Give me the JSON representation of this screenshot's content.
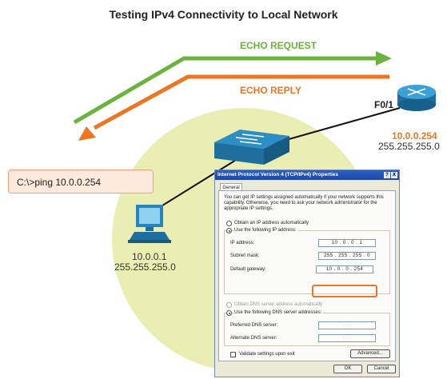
{
  "title": "Testing IPv4 Connectivity to Local Network",
  "labels": {
    "echo_request": "ECHO REQUEST",
    "echo_reply": "ECHO REPLY",
    "router_interface": "F0/1",
    "router_ip": "10.0.0.254",
    "router_mask": "255.255.255.0",
    "pc_ip": "10.0.0.1",
    "pc_mask": "255.255.255.0",
    "command": "C:\\>ping 10.0.0.254"
  },
  "colors": {
    "request": "#6cb33e",
    "reply": "#ee7623",
    "network_area": "#ebeeb3",
    "device_blue": "#1f7fb2"
  },
  "dialog": {
    "title": "Internet Protocol Version 4 (TCP/IPv4) Properties",
    "help_btn": "?",
    "close_btn": "X",
    "tab": "General",
    "description": "You can get IP settings assigned automatically if your network supports this capability. Otherwise, you need to ask your network administrator for the appropriate IP settings.",
    "opt_auto_ip": "Obtain an IP address automatically",
    "opt_manual_ip": "Use the following IP address:",
    "ip_label": "IP address:",
    "ip_value": "10 . 0 . 0 . 1",
    "mask_label": "Subnet mask:",
    "mask_value": "255 . 255 . 255 . 0",
    "gw_label": "Default gateway:",
    "gw_value": "10 . 0 . 0 . 254",
    "opt_auto_dns": "Obtain DNS server address automatically",
    "opt_manual_dns": "Use the following DNS server addresses:",
    "pref_dns_label": "Preferred DNS server:",
    "pref_dns_value": ". . .",
    "alt_dns_label": "Alternate DNS server:",
    "alt_dns_value": ". . .",
    "validate_label": "Validate settings upon exit",
    "advanced_btn": "Advanced...",
    "ok_btn": "OK",
    "cancel_btn": "Cancel"
  }
}
